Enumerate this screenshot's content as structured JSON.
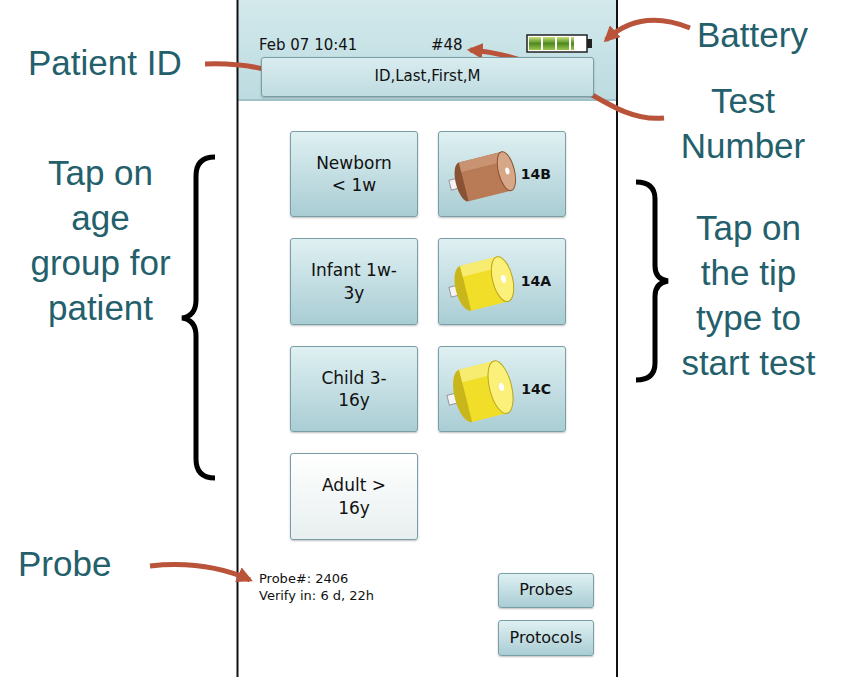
{
  "diagram": {
    "nodes": [
      {
        "text": [
          "ID,Last,First,M"
        ]
      },
      {
        "text": [
          "Newborn < 1w"
        ]
      },
      {
        "text": [
          "14B"
        ]
      },
      {
        "text": [
          "Infant 1w-3y"
        ]
      },
      {
        "text": [
          "14A"
        ]
      },
      {
        "text": [
          "Child 3-16y"
        ]
      },
      {
        "text": [
          "14C"
        ]
      },
      {
        "text": [
          "Adult > 16y"
        ]
      },
      {
        "text": [
          "Probes"
        ]
      },
      {
        "text": [
          "Protocols"
        ]
      }
    ],
    "labels": [
      "Feb 07 10:41",
      "#48",
      "Probe#: 2406",
      "Verify in: 6 d, 22h",
      "Patient ID",
      "Battery",
      "Test Number",
      "Tap on age group for patient",
      "Tap on the tip type to start test",
      "Probe"
    ]
  }
}
